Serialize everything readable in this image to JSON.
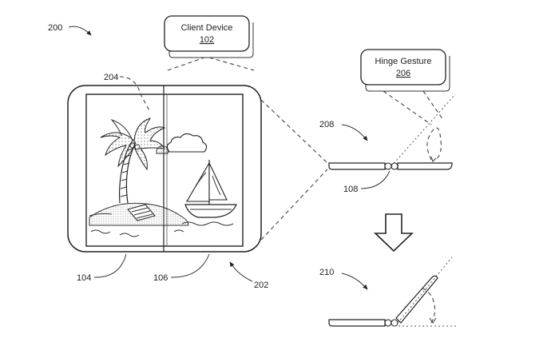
{
  "callouts": {
    "client_device": {
      "title": "Client Device",
      "number": "102"
    },
    "hinge_gesture": {
      "title": "Hinge Gesture",
      "number": "206"
    }
  },
  "references": {
    "r200": "200",
    "r204": "204",
    "r104": "104",
    "r106": "106",
    "r202": "202",
    "r208": "208",
    "r108": "108",
    "r210": "210"
  }
}
